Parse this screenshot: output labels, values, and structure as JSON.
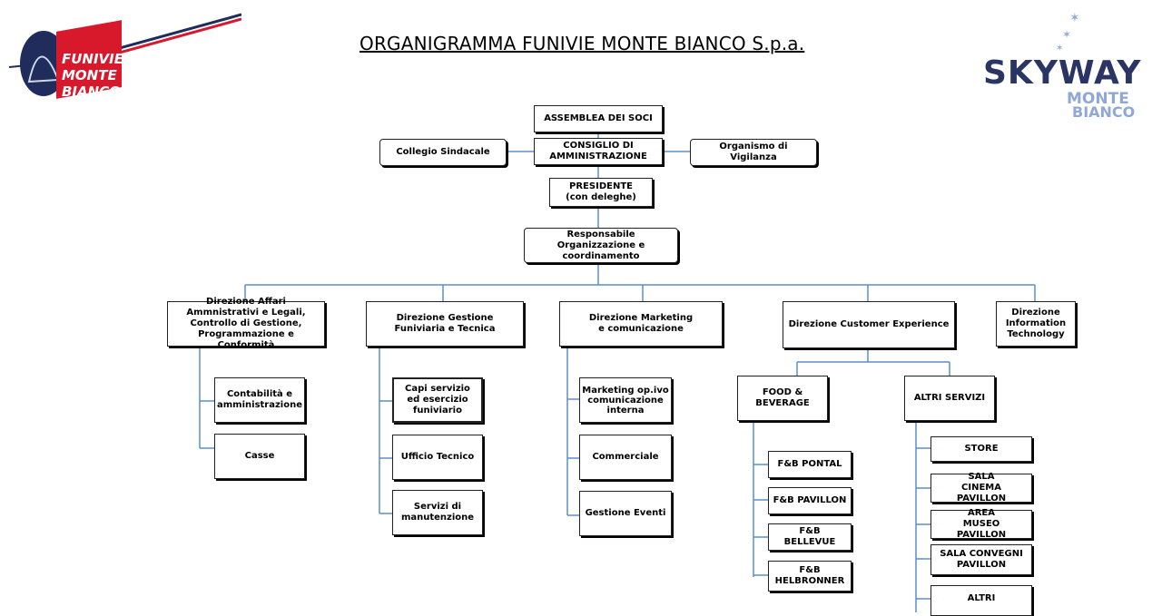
{
  "header": {
    "title": "ORGANIGRAMMA FUNIVIE MONTE BIANCO S.p.a.",
    "logo_left_text": [
      "FUNIVIE",
      "MONTE",
      "BIANCO"
    ],
    "logo_right_text": [
      "SKYWAY",
      "MONTE",
      "BIANCO"
    ]
  },
  "top": {
    "assemblea": "ASSEMBLEA DEI SOCI",
    "consiglio": "CONSIGLIO DI AMMINISTRAZIONE",
    "collegio": "Collegio Sindacale",
    "organismo": "Organismo di Vigilanza",
    "presidente": "PRESIDENTE (con deleghe)",
    "responsabile": "Responsabile  Organizzazione e coordinamento"
  },
  "directions": {
    "affari": "Direzione Affari Ammnistrativi e Legali, Controllo di Gestione, Programmazione e Conformità",
    "funiviaria": "Direzione Gestione Funiviaria e Tecnica",
    "marketing": "Direzione Marketing e comunicazione",
    "customer": "Direzione Customer Experience",
    "it": "Direzione Information Technology"
  },
  "affari_units": [
    "Contabilità e amministrazione",
    "Casse"
  ],
  "funiviaria_units": [
    "Capi servizio ed esercizio funiviario",
    "Ufficio Tecnico",
    "Servizi di manutenzione"
  ],
  "marketing_units": [
    "Marketing op.ivo comunicazione interna",
    "Commerciale",
    "Gestione Eventi"
  ],
  "customer_groups": {
    "food": "FOOD & BEVERAGE",
    "altri": "ALTRI SERVIZI"
  },
  "food_units": [
    "F&B PONTAL",
    "F&B PAVILLON",
    "F&B BELLEVUE",
    "F&B HELBRONNER"
  ],
  "altri_units": [
    "STORE",
    "SALA CINEMA PAVILLON",
    "AREA MUSEO PAVILLON",
    "SALA  CONVEGNI PAVILLON",
    "ALTRI"
  ],
  "colors": {
    "connector": "#5b8fc9",
    "logo_red": "#d7192b",
    "logo_navy": "#1f2c5c",
    "skyway_navy": "#2a3563",
    "skyway_blue": "#8fa8d8"
  }
}
